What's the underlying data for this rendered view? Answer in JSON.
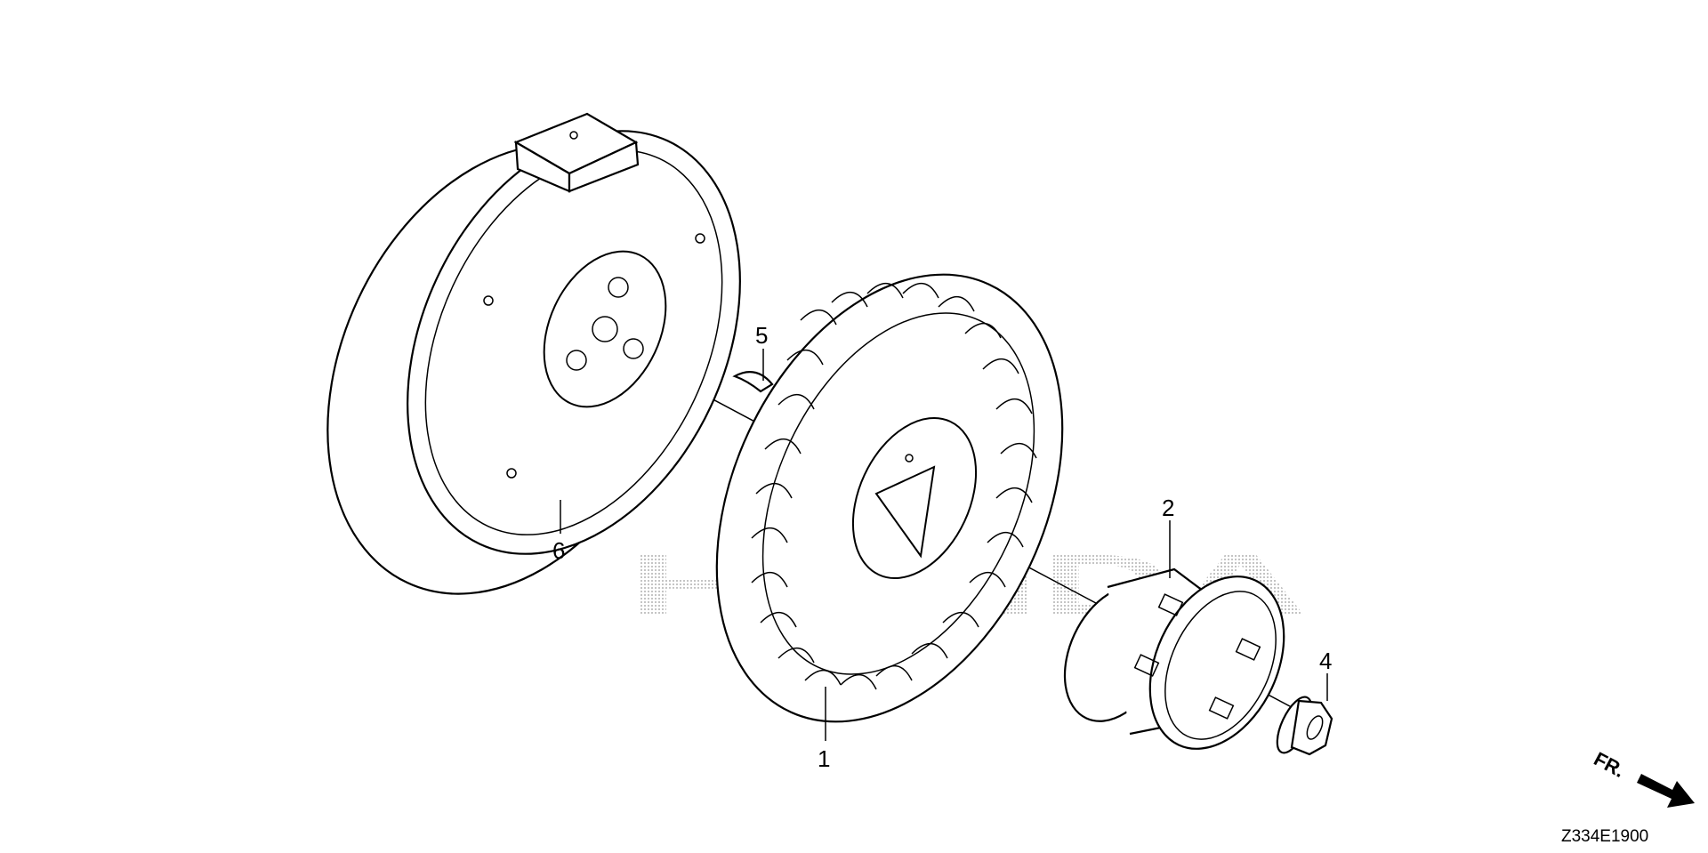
{
  "diagram": {
    "watermark": "HONDA",
    "diagram_code": "Z334E1900",
    "direction_label": "FR.",
    "callouts": [
      {
        "number": "1",
        "part": "fan"
      },
      {
        "number": "2",
        "part": "starter-pulley"
      },
      {
        "number": "4",
        "part": "flange-nut"
      },
      {
        "number": "5",
        "part": "woodruff-key"
      },
      {
        "number": "6",
        "part": "flywheel"
      }
    ]
  }
}
